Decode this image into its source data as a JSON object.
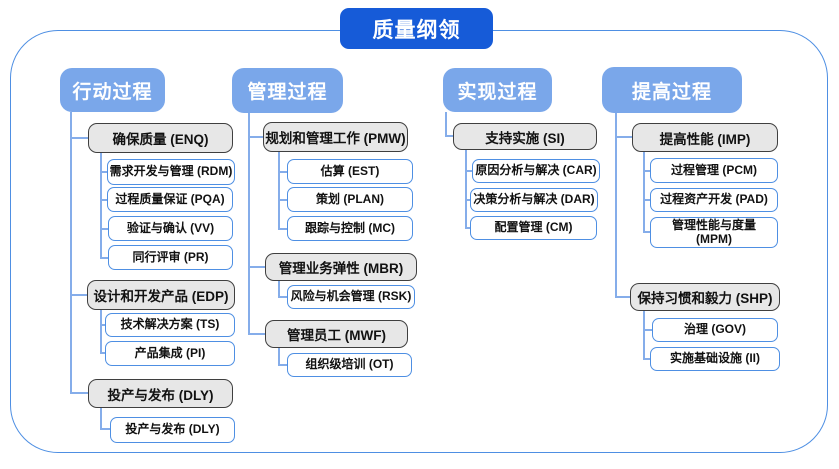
{
  "title": "质量纲领",
  "colors": {
    "title_bg": "#165BD8",
    "header_bg": "#7AA7EA",
    "gray_fill": "#E7E7E7",
    "gray_border": "#3F3F3F",
    "leaf_border": "#4E8FE3",
    "connector": "#85ADEA",
    "frame_border": "#4E8FE3"
  },
  "columns": [
    {
      "header": "行动过程",
      "groups": [
        {
          "label": "确保质量 (ENQ)",
          "children": [
            "需求开发与管理 (RDM)",
            "过程质量保证 (PQA)",
            "验证与确认 (VV)",
            "同行评审 (PR)"
          ]
        },
        {
          "label": "设计和开发产品 (EDP)",
          "children": [
            "技术解决方案 (TS)",
            "产品集成 (PI)"
          ]
        },
        {
          "label": "投产与发布 (DLY)",
          "children": [
            "投产与发布 (DLY)"
          ]
        }
      ]
    },
    {
      "header": "管理过程",
      "groups": [
        {
          "label": "规划和管理工作 (PMW)",
          "children": [
            "估算 (EST)",
            "策划 (PLAN)",
            "跟踪与控制 (MC)"
          ]
        },
        {
          "label": "管理业务弹性 (MBR)",
          "children": [
            "风险与机会管理 (RSK)"
          ]
        },
        {
          "label": "管理员工 (MWF)",
          "children": [
            "组织级培训 (OT)"
          ]
        }
      ]
    },
    {
      "header": "实现过程",
      "groups": [
        {
          "label": "支持实施 (SI)",
          "children": [
            "原因分析与解决 (CAR)",
            "决策分析与解决 (DAR)",
            "配置管理 (CM)"
          ]
        }
      ]
    },
    {
      "header": "提高过程",
      "groups": [
        {
          "label": "提高性能 (IMP)",
          "children": [
            "过程管理 (PCM)",
            "过程资产开发 (PAD)",
            "管理性能与度量\n(MPM)"
          ]
        },
        {
          "label": "保持习惯和毅力 (SHP)",
          "children": [
            "治理 (GOV)",
            "实施基础设施 (II)"
          ]
        }
      ]
    }
  ]
}
